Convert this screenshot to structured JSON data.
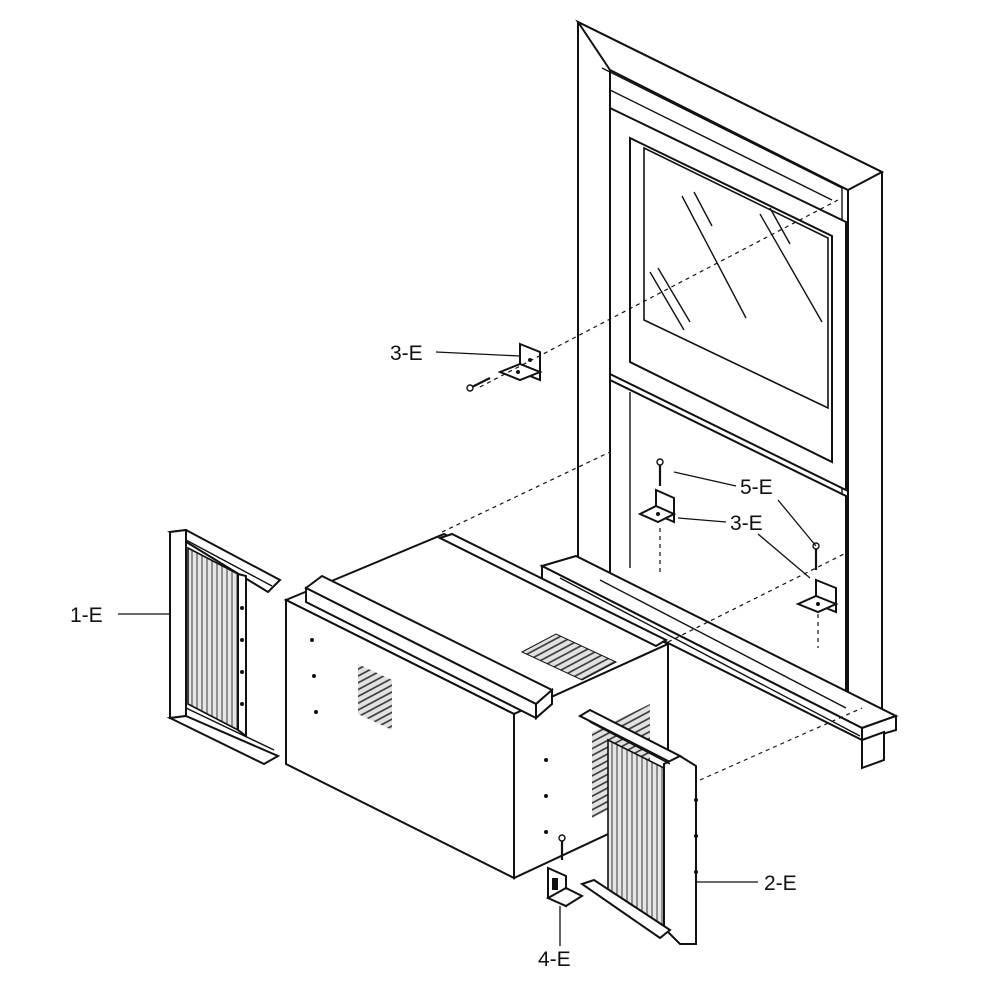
{
  "callouts": {
    "c1": "1-E",
    "c2": "2-E",
    "c3a": "3-E",
    "c3b": "3-E",
    "c4": "4-E",
    "c5": "5-E"
  }
}
